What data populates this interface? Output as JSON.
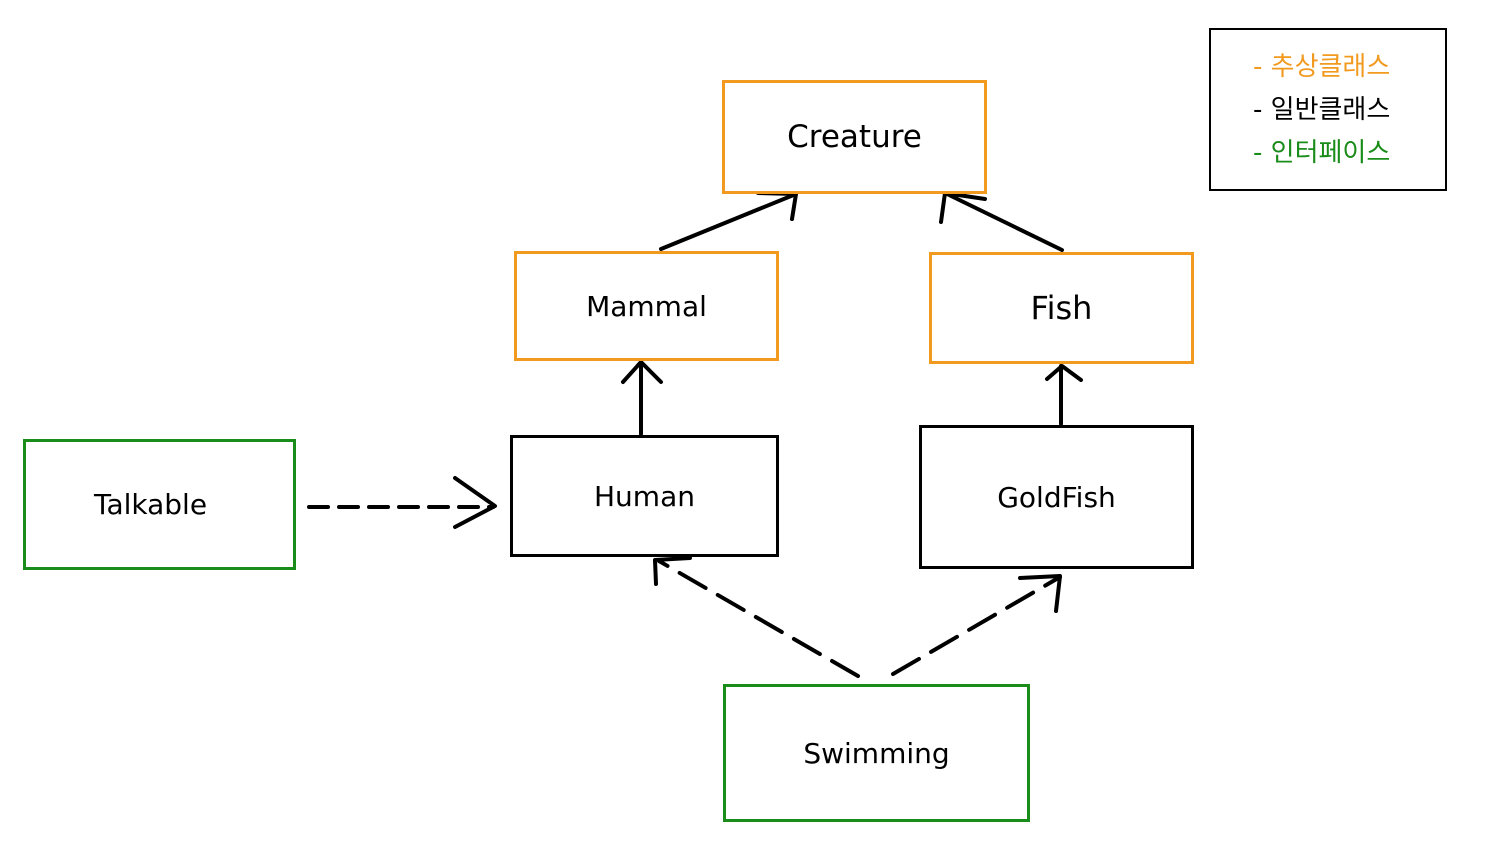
{
  "colors": {
    "abstract_class": "#f29a1f",
    "concrete_class": "#000000",
    "interface": "#1a8c1a"
  },
  "nodes": {
    "creature": "Creature",
    "mammal": "Mammal",
    "fish": "Fish",
    "human": "Human",
    "goldfish": "GoldFish",
    "talkable": "Talkable",
    "swimming": "Swimming"
  },
  "legend": {
    "abstract_label": "- 추상클래스",
    "concrete_label": "- 일반클래스",
    "interface_label": "- 인터페이스"
  },
  "relations": [
    {
      "from": "Mammal",
      "to": "Creature",
      "kind": "extends"
    },
    {
      "from": "Fish",
      "to": "Creature",
      "kind": "extends"
    },
    {
      "from": "Human",
      "to": "Mammal",
      "kind": "extends"
    },
    {
      "from": "GoldFish",
      "to": "Fish",
      "kind": "extends"
    },
    {
      "from": "Talkable",
      "to": "Human",
      "kind": "implements"
    },
    {
      "from": "Swimming",
      "to": "Human",
      "kind": "implements"
    },
    {
      "from": "Swimming",
      "to": "GoldFish",
      "kind": "implements"
    }
  ]
}
